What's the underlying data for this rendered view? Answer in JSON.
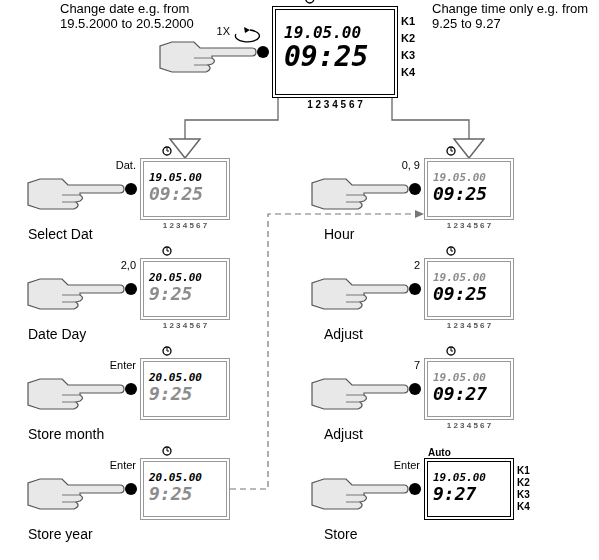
{
  "diagram": {
    "nodes": [
      {
        "text": [
          "19.05.00",
          "09:25",
          "K1",
          "K2",
          "K3",
          "K4",
          "1 2 3 4 5 6 7"
        ]
      },
      {
        "text": [
          "19.05.00",
          "09:25",
          "1 2 3 4 5 6 7"
        ]
      },
      {
        "text": [
          "20.05.00",
          "9:25",
          "1 2 3 4 5 6 7"
        ]
      },
      {
        "text": [
          "20.05.00",
          "9:25"
        ]
      },
      {
        "text": [
          "20.05.00",
          "9:25"
        ]
      },
      {
        "text": [
          "19.05.00",
          "09:25",
          "1 2 3 4 5 6 7"
        ]
      },
      {
        "text": [
          "19.05.00",
          "09:25",
          "1 2 3 4 5 6 7"
        ]
      },
      {
        "text": [
          "19.05.00",
          "09:27",
          "1 2 3 4 5 6 7"
        ]
      },
      {
        "text": [
          "Auto",
          "19.05.00",
          "9:27",
          "K1",
          "K2",
          "K3",
          "K4"
        ]
      }
    ],
    "edges": [
      {
        "from": 0,
        "to": 1,
        "arrow": "to"
      },
      {
        "from": 0,
        "to": 5,
        "arrow": "to"
      },
      {
        "from": 4,
        "to": 5,
        "arrow": "to"
      }
    ],
    "labels": [
      "Change date e.g. from 19.5.2000 to 20.5.2000",
      "Change time only e.g. from 9.25 to 9.27",
      "1X",
      "Dat.",
      "2,0",
      "Enter",
      "Enter",
      "Select Dat",
      "Date Day",
      "Store month",
      "Store year",
      "0, 9",
      "2",
      "7",
      "Enter",
      "Hour",
      "Adjust",
      "Adjust",
      "Store"
    ]
  }
}
